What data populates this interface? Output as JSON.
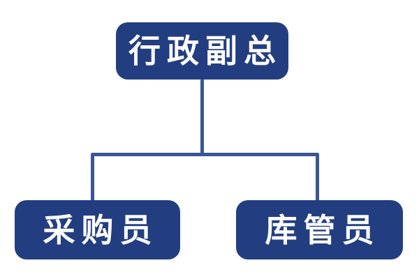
{
  "diagram": {
    "type": "org-chart",
    "root": {
      "label": "行政副总"
    },
    "children": [
      {
        "label": "采购员"
      },
      {
        "label": "库管员"
      }
    ]
  },
  "colors": {
    "node_fill": "#233e80",
    "connector": "#3a5695",
    "text": "#ffffff",
    "background": "#ffffff"
  }
}
